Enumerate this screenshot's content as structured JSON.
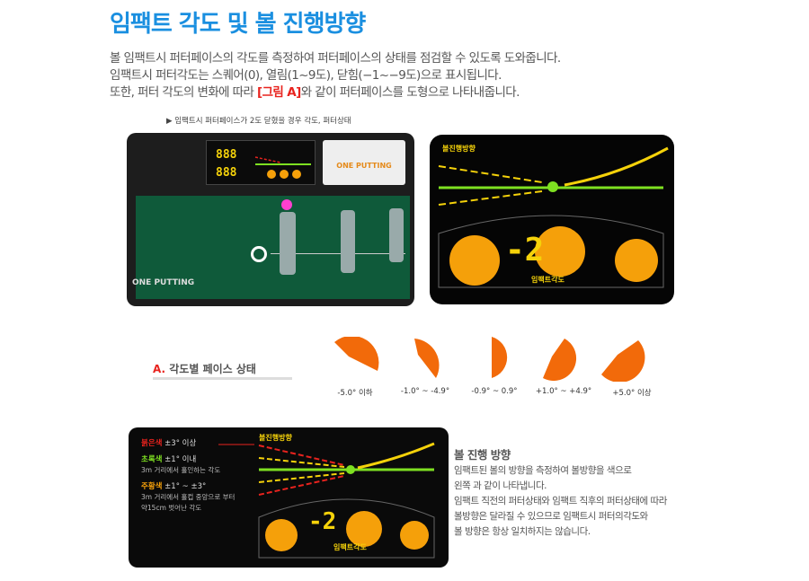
{
  "title": "임팩트 각도 및 볼 진행방향",
  "intro": {
    "line1": "볼 임팩트시 퍼터페이스의 각도를 측정하여 퍼터페이스의 상태를 점검할 수 있도록 도와줍니다.",
    "line2": "임팩트시 퍼터각도는 스퀘어(0), 열림(1~9도), 닫힘(−1~−9도)으로 표시됩니다.",
    "line3_pre": "또한, 퍼터 각도의 변화에 따라 ",
    "line3_highlight": "[그림 A]",
    "line3_post": "와 같이 퍼터페이스를 도형으로 나타내줍니다."
  },
  "caption": "▶ 임팩트시 퍼터페이스가 2도 닫혔을 경우 각도, 퍼터상태",
  "device": {
    "brand": "ONE PUTTING",
    "panel_brand": "ONE PUTTING",
    "lcd1": "888",
    "lcd2": "888"
  },
  "display": {
    "direction_label": "볼진행방향",
    "angle_value": "-2",
    "angle_label": "임팩트각도"
  },
  "row_a": {
    "prefix": "A.",
    "label": "각도별 페이스 상태",
    "states": [
      "-5.0° 이하",
      "-1.0° ~ -4.9°",
      "-0.9° ~ 0.9°",
      "+1.0° ~ +4.9°",
      "+5.0° 이상"
    ]
  },
  "panel": {
    "red_label": "붉은색",
    "red_range": "±3° 이상",
    "green_label": "초록색",
    "green_range": "±1° 이내",
    "green_desc": "3m 거리에서 홀인하는 각도",
    "orange_label": "주황색",
    "orange_range": "±1° ~ ±3°",
    "orange_desc1": "3m 거리에서 홀컵 중앙으로 부터",
    "orange_desc2": "약15cm 벗어난 각도",
    "direction_label": "볼진행방향",
    "angle_value": "-2",
    "angle_label": "임팩트각도"
  },
  "side": {
    "heading": "볼 진행 방향",
    "lines": [
      "임팩트된 볼의 방향을 측정하여 볼방향을 색으로",
      "왼쪽 과 같이 나타냅니다.",
      "임팩트 직전의 퍼터상태와 임팩트 직후의 퍼터상태에 따라",
      "볼방향은 달라질 수 있으므로 임팩트시 퍼터의각도와",
      "볼 방향은 항상 일치하지는 않습니다."
    ]
  },
  "colors": {
    "title": "#1a8fe0",
    "accent_red": "#e8231e",
    "orange": "#f5a00a",
    "green": "#7ee021",
    "yellow": "#f5d20a"
  }
}
